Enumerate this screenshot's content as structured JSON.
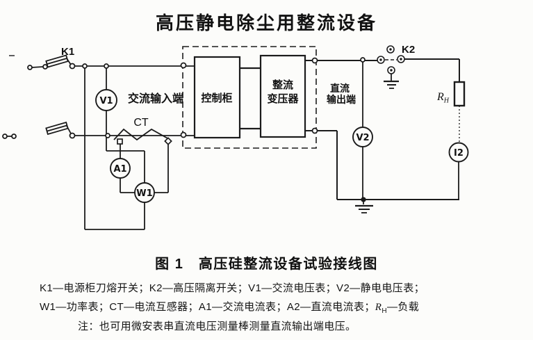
{
  "title": "高压静电除尘用整流设备",
  "diagram": {
    "k1_label": "K1",
    "k2_label": "K2",
    "v1_label": "V1",
    "v2_label": "V2",
    "a1_label": "A1",
    "w1_label": "W1",
    "i2_label": "I2",
    "ct_label": "CT",
    "load_label_main": "R",
    "load_label_sub": "H",
    "control_cabinet": "控制柜",
    "rectifier_transformer_top": "整流",
    "rectifier_transformer_bottom": "变压器",
    "ac_input_label": "交流输入端",
    "dc_output_top": "直流",
    "dc_output_bottom": "输出端"
  },
  "caption": "图 1　高压硅整流设备试验接线图",
  "legend": {
    "line1": "K1—电源柜刀熔开关；K2—高压隔离开关；V1—交流电压表；V2—静电电压表；",
    "line2_pre": "W1—功率表；CT—电流互感器；A1—交流电流表；A2—直流电流表；",
    "line2_r": "R",
    "line2_r_sub": "H",
    "line2_post": "—负载",
    "note": "注：也可用微安表串直流电压测量棒测量直流输出端电压。"
  },
  "colors": {
    "ink": "#141414",
    "paper": "#fcfcfa"
  }
}
